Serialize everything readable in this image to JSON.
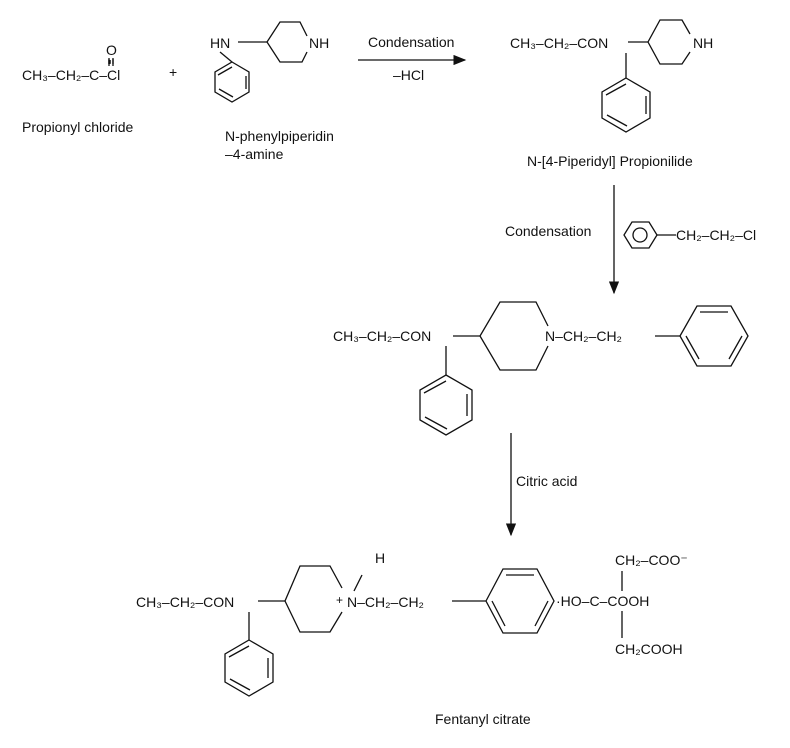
{
  "reactants": {
    "propionyl_chloride": {
      "formula": "CH₃–CH₂–C–Cl",
      "oxygen": "O",
      "name": "Propionyl chloride"
    },
    "plus": "+",
    "amine": {
      "hn": "HN",
      "nh": "NH",
      "name_line1": "N-phenylpiperidin",
      "name_line2": "–4-amine"
    }
  },
  "step1": {
    "reagent": "Condensation",
    "byproduct": "–HCl"
  },
  "product1": {
    "formula": "CH₃–CH₂–CON",
    "nh": "NH",
    "name": "N-[4-Piperidyl] Propionilide"
  },
  "step2": {
    "reagent": "Condensation",
    "side_chain": "CH₂–CH₂–Cl"
  },
  "intermediate": {
    "left": "CH₃–CH₂–CON",
    "right": "N–CH₂–CH₂"
  },
  "step3": {
    "reagent": "Citric acid"
  },
  "final": {
    "left": "CH₃–CH₂–CON",
    "plus": "+",
    "right": "N–CH₂–CH₂",
    "h": "H",
    "citrate_top": "CH₂–COO⁻",
    "citrate_mid": "·HO–C–COOH",
    "citrate_bottom": "CH₂COOH",
    "name": "Fentanyl citrate"
  }
}
